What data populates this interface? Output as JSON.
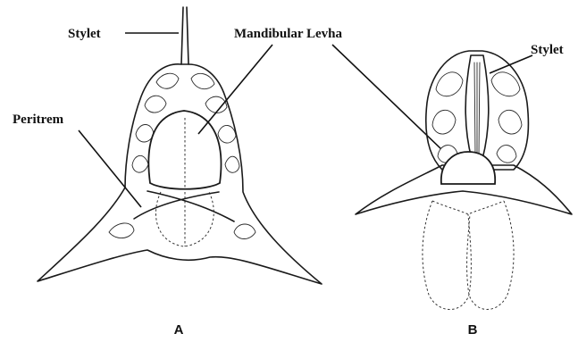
{
  "labels": {
    "stylet_a": "Stylet",
    "mandibular_plate": "Mandibular Levha",
    "peritreme": "Peritrem",
    "stylet_b": "Stylet",
    "panel_a": "A",
    "panel_b": "B"
  }
}
